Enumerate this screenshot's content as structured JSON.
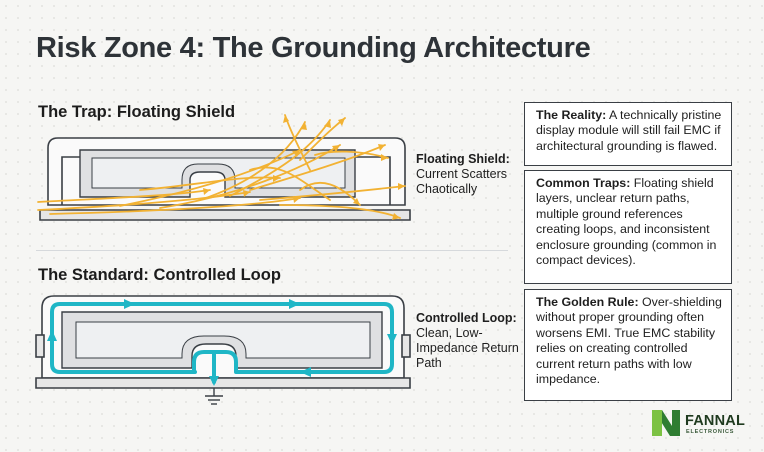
{
  "title": "Risk Zone 4: The Grounding Architecture",
  "trap": {
    "heading": "The Trap: Floating Shield",
    "label_bold": "Floating Shield:",
    "label_text": "Current Scatters Chaotically"
  },
  "standard": {
    "heading": "The Standard: Controlled Loop",
    "label_bold": "Controlled Loop:",
    "label_text": "Clean, Low-Impedance Return Path"
  },
  "boxes": [
    {
      "heading": "The Reality:",
      "text": "A technically pristine display module will still fail EMC if architectural grounding is flawed."
    },
    {
      "heading": "Common Traps:",
      "text": "Floating shield layers, unclear return paths, multiple ground references creating loops, and inconsistent enclosure grounding (common in compact devices)."
    },
    {
      "heading": "The Golden Rule:",
      "text": "Over-shielding without proper grounding often worsens EMI. True EMC stability relies on creating controlled current return paths with low impedance."
    }
  ],
  "logo": {
    "name": "FANNAL",
    "sub": "ELECTRONICS"
  },
  "colors": {
    "chaotic_current": "#f2b233",
    "controlled_loop": "#1fb6c6",
    "outline": "#3a3f45"
  }
}
